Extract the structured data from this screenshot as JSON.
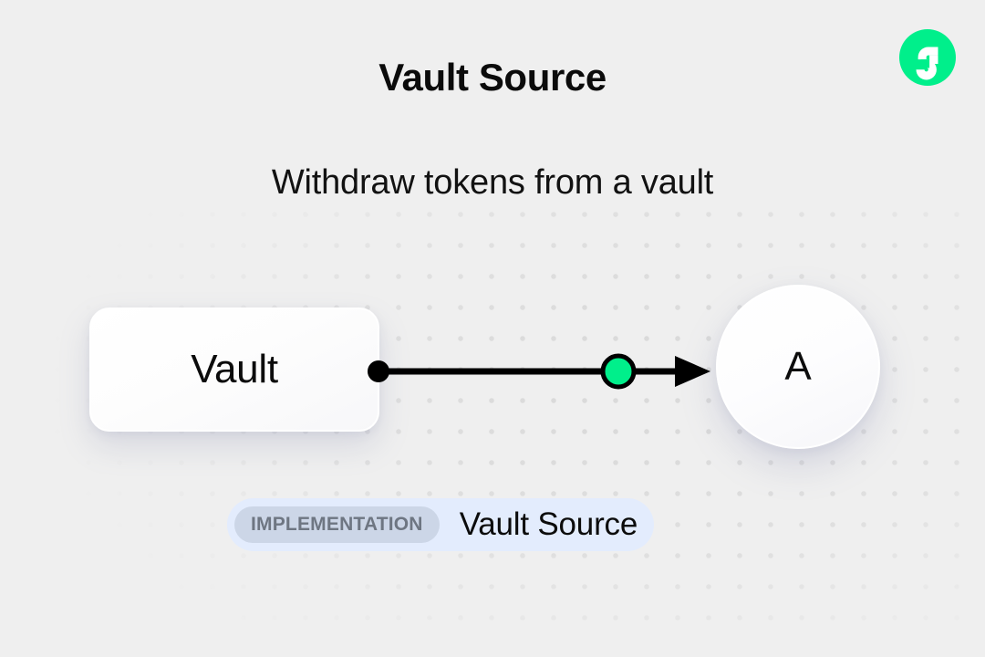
{
  "header": {
    "title": "Vault Source",
    "subtitle": "Withdraw tokens from a vault",
    "logo_icon": "flow-logo-icon",
    "logo_color": "#00ef8b"
  },
  "diagram": {
    "source_node": {
      "label": "Vault",
      "shape": "rounded-rect"
    },
    "target_node": {
      "label": "A",
      "shape": "circle"
    },
    "edge": {
      "start_handle_icon": "edge-start-dot-icon",
      "mid_handle_icon": "edge-mid-dot-icon",
      "arrow_icon": "arrow-head-icon",
      "line_color": "#000000",
      "mid_handle_color": "#00ef8b"
    }
  },
  "badge": {
    "tag": "IMPLEMENTATION",
    "name": "Vault Source",
    "background": "#e3ecfd",
    "tag_background": "#ccd6e7"
  },
  "canvas": {
    "background": "#efefef",
    "dot_color": "#dadada"
  }
}
